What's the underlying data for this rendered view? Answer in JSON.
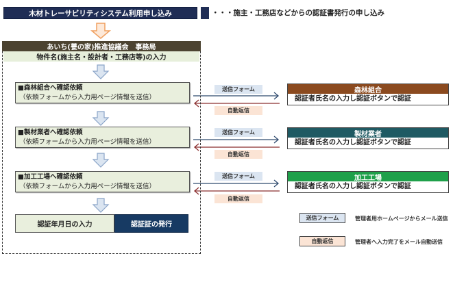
{
  "header": {
    "title": "木材トレーサビリティシステム利用申し込み",
    "description": "・・・施主・工務店などからの認証書発行の申し込み"
  },
  "organization": {
    "name": "あいち(甍の家)推進協議会　事務局",
    "input_step": "物件名(施主名・設計者・工務店等)の入力"
  },
  "steps": [
    {
      "title": "■森林組合へ確認依頼",
      "subtitle": "（依頼フォームから入力用ページ情報を送信）"
    },
    {
      "title": "■製材業者へ確認依頼",
      "subtitle": "（依頼フォームから入力用ページ情報を送信）"
    },
    {
      "title": "■加工工場へ確認依頼",
      "subtitle": "（依頼フォームから入力用ページ情報を送信）"
    }
  ],
  "final": {
    "date_input": "認証年月日の入力",
    "issue": "認証証の発行"
  },
  "flows": [
    {
      "send_label": "送信フォーム",
      "reply_label": "自動返信"
    },
    {
      "send_label": "送信フォーム",
      "reply_label": "自動返信"
    },
    {
      "send_label": "送信フォーム",
      "reply_label": "自動返信"
    }
  ],
  "receivers": [
    {
      "name": "森林組合",
      "action": "認証者氏名の入力し認証ボタンで認証",
      "color": "#8b4a1f"
    },
    {
      "name": "製材業者",
      "action": "認証者氏名の入力し認証ボタンで認証",
      "color": "#1f5a63"
    },
    {
      "name": "加工工場",
      "action": "認証者氏名の入力し認証ボタンで認証",
      "color": "#1fa04a"
    }
  ],
  "legend": [
    {
      "label": "送信フォーム",
      "description": "管理者用ホームページからメール送信",
      "color": "#dbe5f1"
    },
    {
      "label": "自動返信",
      "description": "管理者へ入力完了をメール自動送信",
      "color": "#fbe4d5"
    }
  ],
  "colors": {
    "title_bg": "#1f2d55",
    "org_header_bg": "#4c4331",
    "step_bg": "#e9efdd",
    "issue_bg": "#173a63",
    "send_arrow": "#2f4a6e",
    "reply_arrow": "#8b2f2f",
    "top_arrow": "#f0a060",
    "down_arrow": "#8aa4c8"
  }
}
